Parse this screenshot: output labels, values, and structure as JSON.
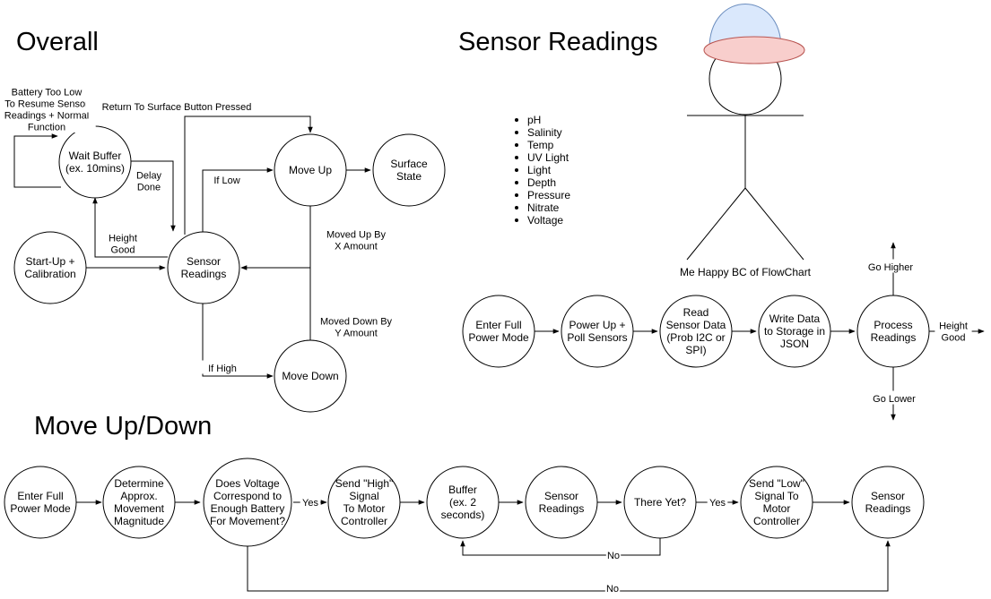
{
  "titles": {
    "overall": "Overall",
    "sensor": "Sensor Readings",
    "move": "Move Up/Down"
  },
  "overall": {
    "wait_buffer": [
      "Wait Buffer",
      "(ex. 10mins)"
    ],
    "move_up": [
      "Move Up"
    ],
    "surface_state": [
      "Surface",
      "State"
    ],
    "startup": [
      "Start-Up +",
      "Calibration"
    ],
    "sensor_readings": [
      "Sensor",
      "Readings"
    ],
    "move_down": [
      "Move Down"
    ],
    "labels": {
      "battery_low": [
        "Battery Too Low",
        "To Resume Sensor",
        "Readings + Normal",
        "Function"
      ],
      "return_surface": [
        "Return To Surface Button Pressed"
      ],
      "delay_done": [
        "Delay",
        "Done"
      ],
      "if_low": [
        "If Low"
      ],
      "height_good": [
        "Height",
        "Good"
      ],
      "moved_up": [
        "Moved Up By",
        "X Amount"
      ],
      "moved_down": [
        "Moved Down By",
        "Y Amount"
      ],
      "if_high": [
        "If High"
      ]
    }
  },
  "sensor_list": [
    "pH",
    "Salinity",
    "Temp",
    "UV Light",
    "Light",
    "Depth",
    "Pressure",
    "Nitrate",
    "Voltage"
  ],
  "figure_caption": [
    "Me Happy BC of FlowChart"
  ],
  "sensor_flow": {
    "enter_full": [
      "Enter Full",
      "Power Mode"
    ],
    "power_up": [
      "Power Up +",
      "Poll Sensors"
    ],
    "read_data": [
      "Read",
      "Sensor Data",
      "(Prob I2C or",
      "SPI)"
    ],
    "write_data": [
      "Write Data",
      "to Storage in",
      "JSON"
    ],
    "process": [
      "Process",
      "Readings"
    ],
    "labels": {
      "go_higher": [
        "Go Higher"
      ],
      "height_good": [
        "Height",
        "Good"
      ],
      "go_lower": [
        "Go Lower"
      ]
    }
  },
  "move_flow": {
    "enter_full": [
      "Enter Full",
      "Power Mode"
    ],
    "determine": [
      "Determine",
      "Approx.",
      "Movement",
      "Magnitude"
    ],
    "voltage": [
      "Does Voltage",
      "Correspond to",
      "Enough Battery",
      "For Movement?"
    ],
    "send_high": [
      "Send \"High\"",
      "Signal",
      "To Motor",
      "Controller"
    ],
    "buffer": [
      "Buffer",
      "(ex. 2",
      "seconds)"
    ],
    "sensor_readings": [
      "Sensor",
      "Readings"
    ],
    "there_yet": [
      "There Yet?"
    ],
    "send_low": [
      "Send \"Low\"",
      "Signal To",
      "Motor",
      "Controller"
    ],
    "sensor_readings_2": [
      "Sensor",
      "Readings"
    ],
    "labels": {
      "yes1": [
        "Yes"
      ],
      "yes2": [
        "Yes"
      ],
      "no1": [
        "No"
      ],
      "no2": [
        "No"
      ]
    }
  },
  "colors": {
    "hat_top": "#dae8fc",
    "hat_top_stroke": "#6c8ebf",
    "hat_brim": "#f8cecc",
    "hat_brim_stroke": "#b85450"
  }
}
